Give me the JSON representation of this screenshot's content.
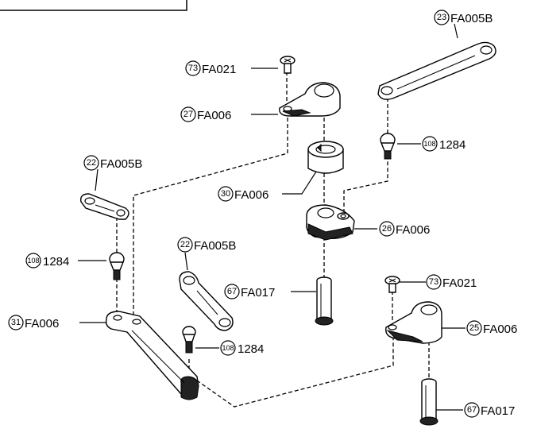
{
  "callouts": [
    {
      "num": "73",
      "code": "FA021"
    },
    {
      "num": "27",
      "code": "FA006"
    },
    {
      "num": "23",
      "code": "FA005B"
    },
    {
      "num": "108",
      "code": "1284"
    },
    {
      "num": "22",
      "code": "FA005B"
    },
    {
      "num": "30",
      "code": "FA006"
    },
    {
      "num": "26",
      "code": "FA006"
    },
    {
      "num": "108",
      "code": "1284"
    },
    {
      "num": "22",
      "code": "FA005B"
    },
    {
      "num": "67",
      "code": "FA017"
    },
    {
      "num": "73",
      "code": "FA021"
    },
    {
      "num": "31",
      "code": "FA006"
    },
    {
      "num": "25",
      "code": "FA006"
    },
    {
      "num": "108",
      "code": "1284"
    },
    {
      "num": "67",
      "code": "FA017"
    }
  ]
}
